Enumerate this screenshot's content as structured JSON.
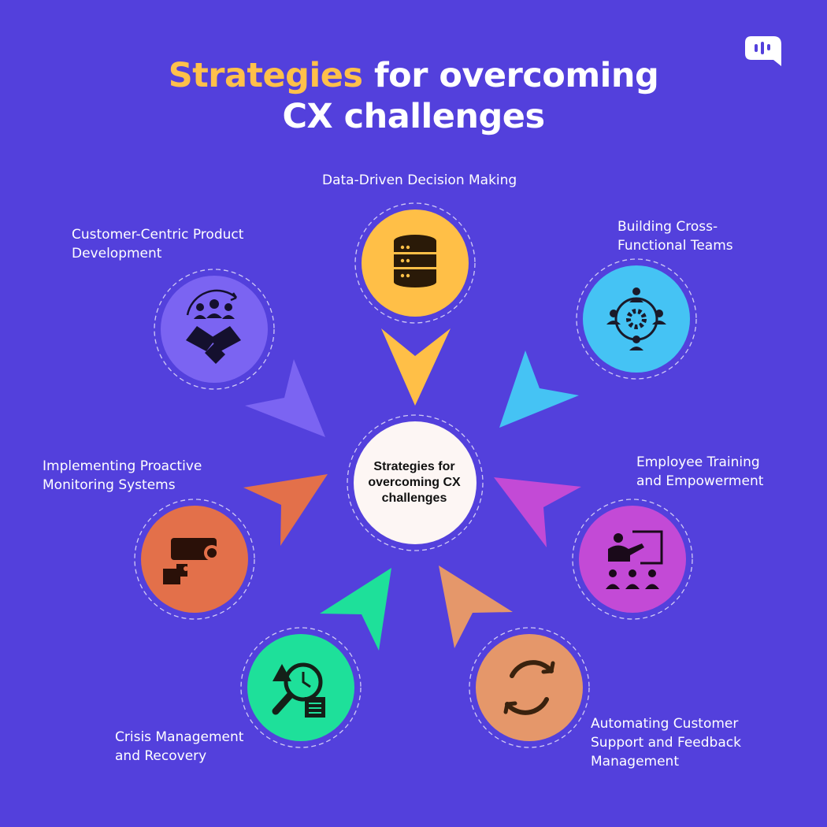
{
  "title": {
    "highlight": "Strategies",
    "rest_line1": " for overcoming",
    "line2": "CX challenges"
  },
  "center": {
    "text": "Strategies for overcoming CX challenges"
  },
  "strategies": [
    {
      "label": "Data-Driven Decision Making",
      "icon": "database-icon",
      "color": "#ffbf47"
    },
    {
      "label": "Building Cross-\nFunctional Teams",
      "icon": "team-network-icon",
      "color": "#45c3f4"
    },
    {
      "label": "Employee Training\nand Empowerment",
      "icon": "presentation-icon",
      "color": "#c34ad6"
    },
    {
      "label": "Automating Customer\nSupport and Feedback\nManagement",
      "icon": "refresh-cycle-icon",
      "color": "#e5976a"
    },
    {
      "label": "Crisis Management\nand Recovery",
      "icon": "crisis-search-icon",
      "color": "#1ee09a"
    },
    {
      "label": "Implementing Proactive\nMonitoring Systems",
      "icon": "security-camera-icon",
      "color": "#e3704a"
    },
    {
      "label": "Customer-Centric Product\nDevelopment",
      "icon": "handshake-team-icon",
      "color": "#7b64f2"
    }
  ],
  "colors": {
    "background": "#5340dc",
    "title_highlight": "#ffc04a",
    "center_fill": "#fdf6f4"
  },
  "brand": {
    "icon": "chat-bubble-logo-icon"
  }
}
